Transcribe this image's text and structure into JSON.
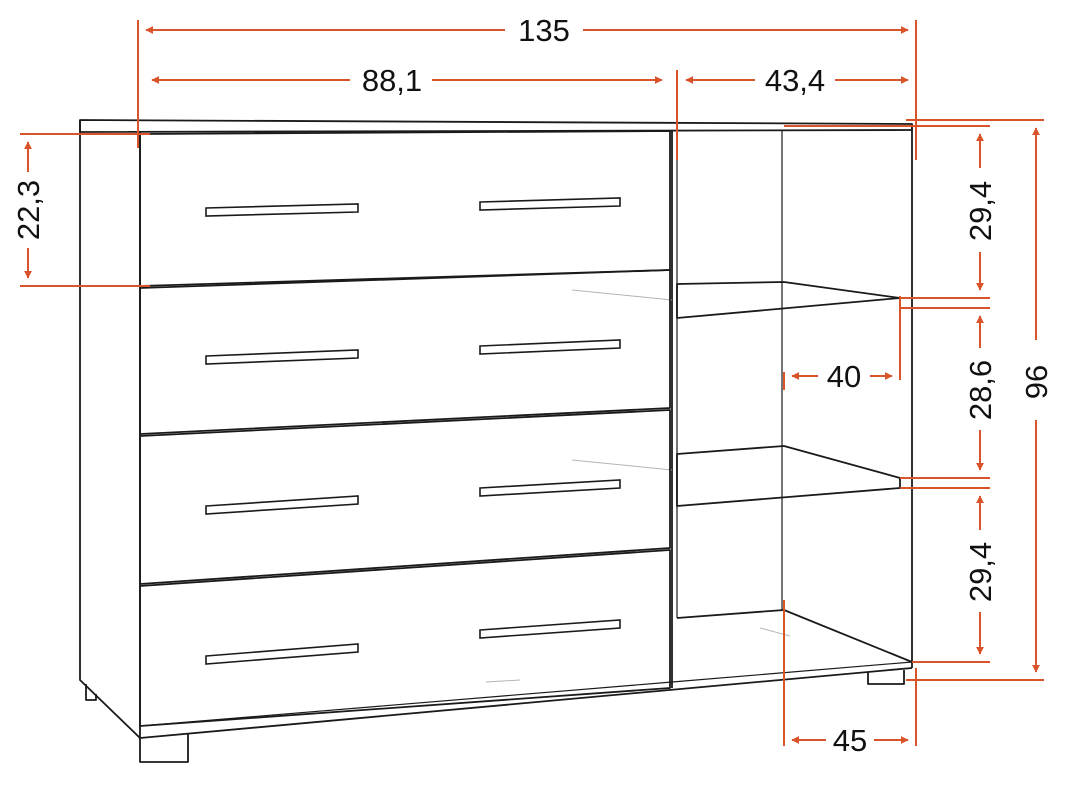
{
  "dimensions": {
    "total_width": "135",
    "drawer_section_width": "88,1",
    "shelf_section_width": "43,4",
    "drawer_height": "22,3",
    "shelf_top_height": "29,4",
    "shelf_middle_height": "28,6",
    "shelf_bottom_height": "29,4",
    "total_height": "96",
    "shelf_depth": "40",
    "cabinet_depth": "45"
  },
  "colors": {
    "dimension_line": "#d9542b",
    "outline": "#1a1a1a"
  }
}
